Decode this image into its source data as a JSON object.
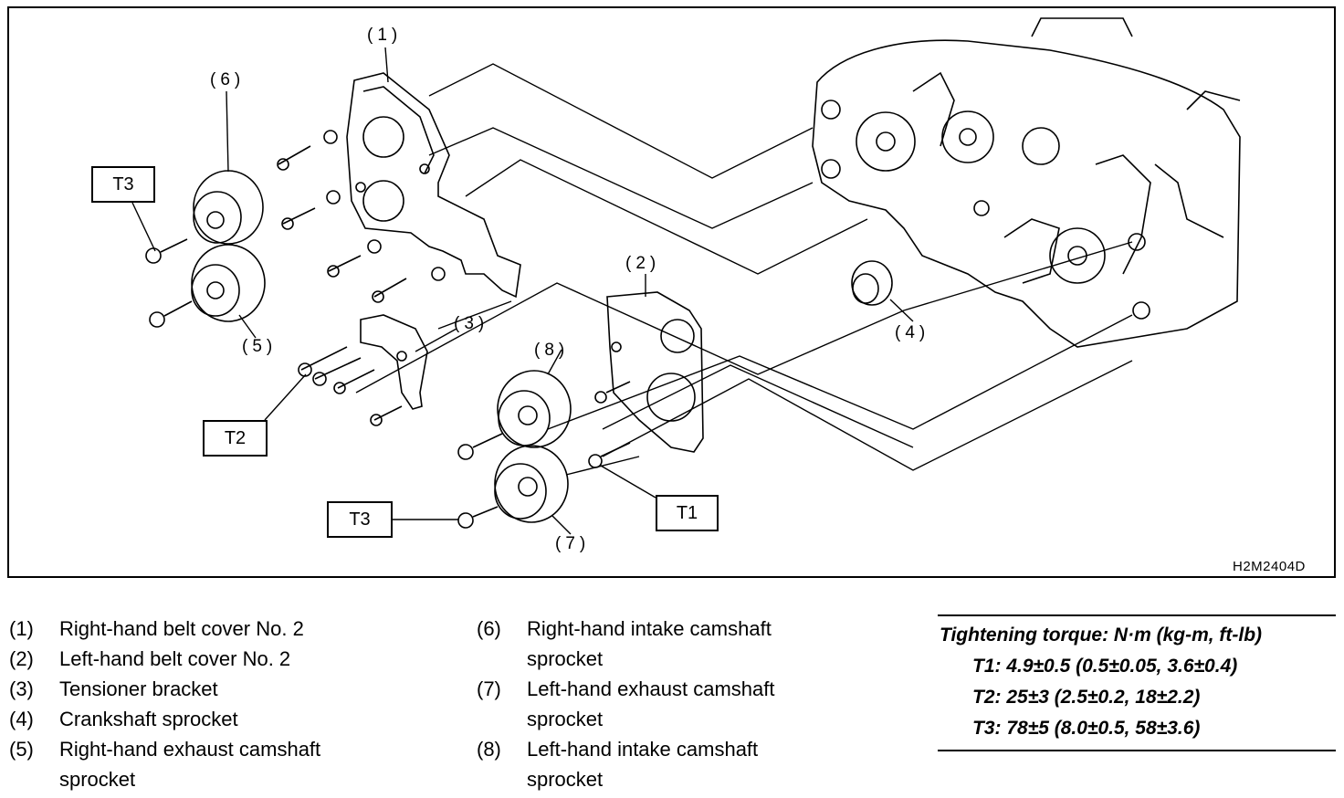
{
  "diagram": {
    "image_code": "H2M2404D",
    "callouts": {
      "c1": "(1)",
      "c2": "(2)",
      "c3": "(3)",
      "c4": "(4)",
      "c5": "(5)",
      "c6": "(6)",
      "c7": "(7)",
      "c8": "(8)"
    },
    "torque_tags": {
      "t3_upper": "T3",
      "t2": "T2",
      "t3_lower": "T3",
      "t1": "T1"
    }
  },
  "legend": {
    "items": [
      {
        "num": "(1)",
        "text": "Right-hand belt cover No. 2"
      },
      {
        "num": "(2)",
        "text": "Left-hand belt cover No. 2"
      },
      {
        "num": "(3)",
        "text": "Tensioner bracket"
      },
      {
        "num": "(4)",
        "text": "Crankshaft sprocket"
      },
      {
        "num": "(5)",
        "line1": "Right-hand exhaust camshaft",
        "line2": "sprocket"
      },
      {
        "num": "(6)",
        "line1": "Right-hand intake camshaft",
        "line2": "sprocket"
      },
      {
        "num": "(7)",
        "line1": "Left-hand exhaust camshaft",
        "line2": "sprocket"
      },
      {
        "num": "(8)",
        "line1": "Left-hand intake camshaft",
        "line2": "sprocket"
      }
    ]
  },
  "torque": {
    "header": "Tightening torque: N·m (kg-m, ft-lb)",
    "t1": "T1: 4.9±0.5 (0.5±0.05, 3.6±0.4)",
    "t2": "T2: 25±3 (2.5±0.2, 18±2.2)",
    "t3": "T3: 78±5 (8.0±0.5, 58±3.6)"
  }
}
